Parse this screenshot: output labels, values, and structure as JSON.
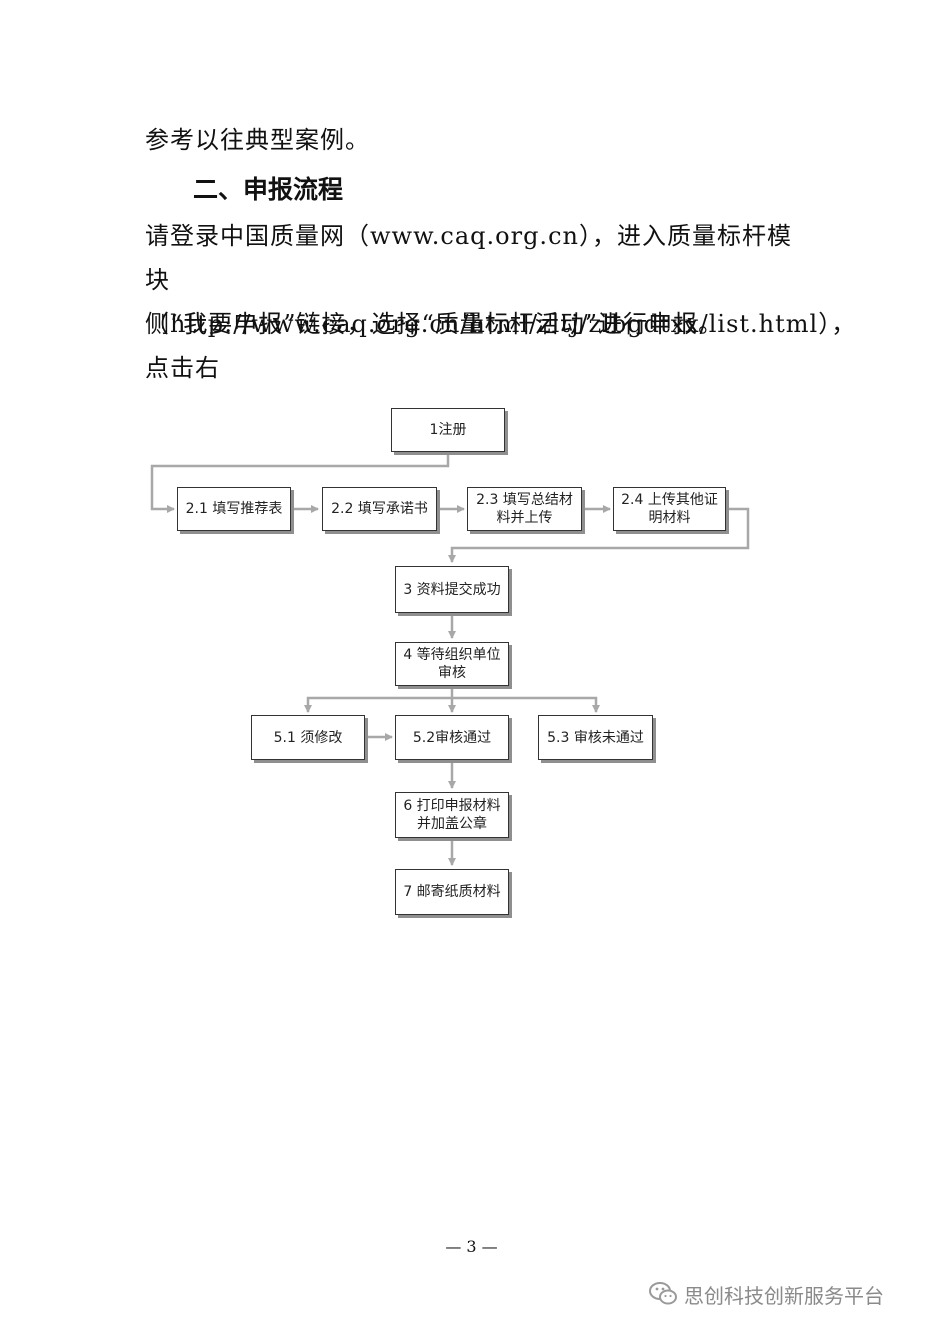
{
  "paragraphs": {
    "p1": "参考以往典型案例。",
    "heading": "二、申报流程",
    "p2_line1": "请登录中国质量网（www.caq.org.cn），进入质量标杆模",
    "p2_line2": "块（http://www.caq.org.cn/html/zltj/zlbgdtxx/list.html），点击右",
    "p2_line3": "侧“我要申报”链接，选择“质量标杆活动”进行申报。"
  },
  "flowchart": {
    "step1": "1注册",
    "step2_1": "2.1 填写推荐表",
    "step2_2": "2.2 填写承诺书",
    "step2_3": "2.3 填写总结材料并上传",
    "step2_4": "2.4 上传其他证明材料",
    "step3": "3 资料提交成功",
    "step4": "4 等待组织单位审核",
    "step5_1": "5.1 须修改",
    "step5_2": "5.2审核通过",
    "step5_3": "5.3 审核未通过",
    "step6": "6 打印申报材料并加盖公章",
    "step7": "7  邮寄纸质材料"
  },
  "footer": {
    "page_number": "— 3 —",
    "brand_name": "思创科技创新服务平台",
    "brand_icon": "wechat-icon"
  }
}
